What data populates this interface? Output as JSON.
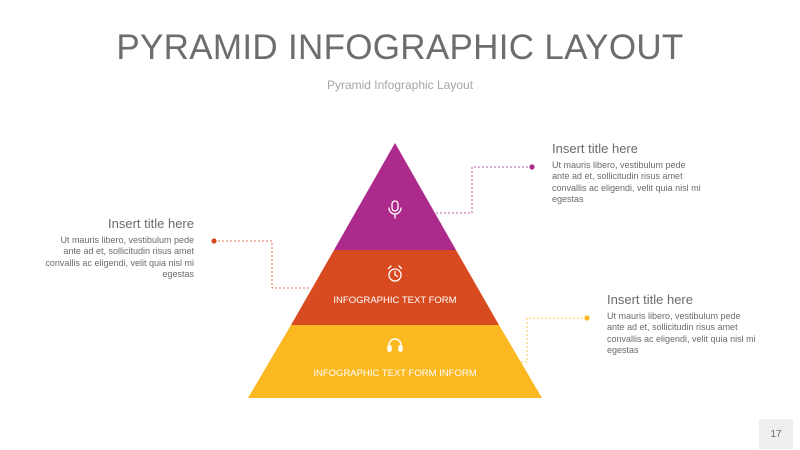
{
  "header": {
    "title": "PYRAMID INFOGRAPHIC LAYOUT",
    "subtitle": "Pyramid Infographic Layout"
  },
  "pyramid": {
    "tiers": [
      {
        "icon": "microphone-icon",
        "label": "",
        "color": "#ac2a8c"
      },
      {
        "icon": "alarm-clock-icon",
        "label": "INFOGRAPHIC TEXT FORM",
        "color": "#d84b20"
      },
      {
        "icon": "headphones-icon",
        "label": "INFOGRAPHIC TEXT FORM INFORM",
        "color": "#fbb820"
      }
    ]
  },
  "callouts": [
    {
      "title": "Insert title here",
      "body": "Ut mauris libero, vestibulum pede ante ad et, sollicitudin risus amet convallis ac eligendi, velit quia nisl mi egestas",
      "dot_color": "#ac2a8c"
    },
    {
      "title": "Insert title here",
      "body": "Ut mauris libero, vestibulum pede ante ad et, sollicitudin risus amet convallis ac eligendi, velit quia nisl mi egestas",
      "dot_color": "#d84b20"
    },
    {
      "title": "Insert title here",
      "body": "Ut mauris libero, vestibulum pede ante ad et, sollicitudin risus amet convallis ac eligendi, velit quia nisl mi egestas",
      "dot_color": "#fbb820"
    }
  ],
  "footer": {
    "page_number": "17"
  }
}
